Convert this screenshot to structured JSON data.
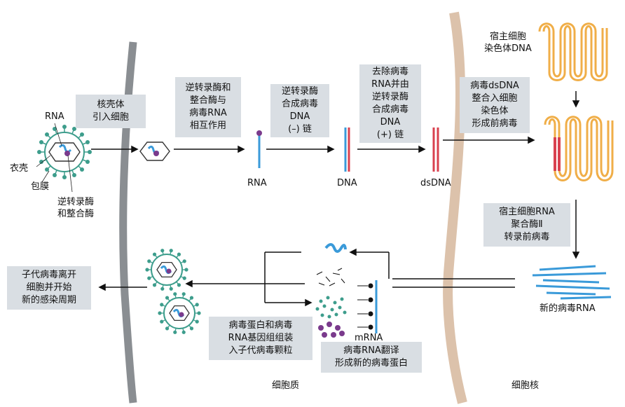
{
  "labels": {
    "rna_virus": "RNA",
    "capsid": "衣壳",
    "envelope": "包膜",
    "enzymes": "逆转录酶\n和整合酶",
    "rna_strand": "RNA",
    "dna_strand": "DNA",
    "dsdna": "dsDNA",
    "host_chromosome": "宿主细胞\n染色体DNA",
    "new_viral_rna": "新的病毒RNA",
    "mrna": "mRNA",
    "cytoplasm": "细胞质",
    "nucleus": "细胞核"
  },
  "steps": {
    "capsid_entry": "核壳体\n引入细胞",
    "rt_interaction": "逆转录酶和\n整合酶与\n病毒RNA\n相互作用",
    "minus_strand": "逆转录酶\n合成病毒\nDNA\n(–) 链",
    "plus_strand": "去除病毒\nRNA并由\n逆转录酶\n合成病毒\nDNA\n(+) 链",
    "integration": "病毒dsDNA\n整合入细胞\n染色体\n形成前病毒",
    "transcription": "宿主细胞RNA\n聚合酶Ⅱ\n转录前病毒",
    "translation": "病毒RNA翻译\n形成新的病毒蛋白",
    "assembly": "病毒蛋白和病毒\nRNA基因组组装\n入子代病毒颗粒",
    "release": "子代病毒离开\n细胞并开始\n新的感染周期"
  },
  "colors": {
    "membrane": "#8a8e92",
    "nuclear_membrane": "#dcc2ab",
    "label_bg": "#d9dee3",
    "rna_blue": "#3a9ad9",
    "dna_red": "#d9414f",
    "chromosome_orange": "#f0ae48",
    "spike_teal": "#3d9d8c",
    "protein_purple": "#7a3a8c"
  }
}
